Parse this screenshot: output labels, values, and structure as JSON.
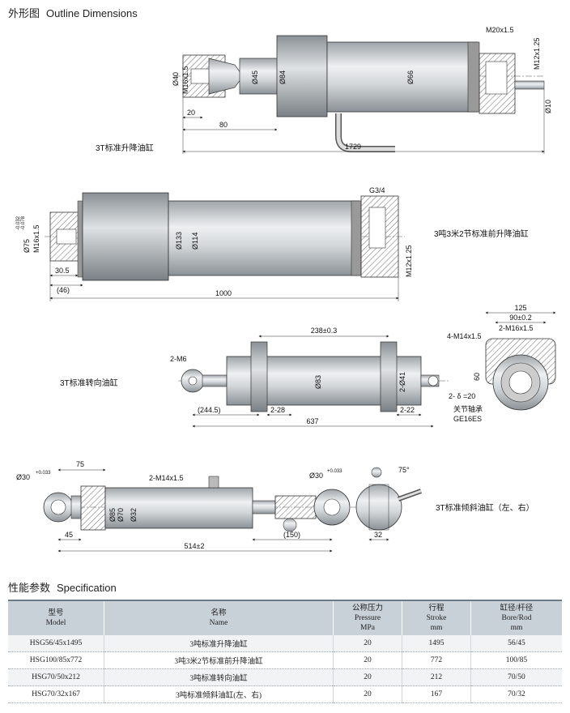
{
  "outline": {
    "title_zh": "外形图",
    "title_en": "Outline Dimensions"
  },
  "spec": {
    "title_zh": "性能参数",
    "title_en": "Specification"
  },
  "drawing1": {
    "caption": "3T标准升降油缸",
    "dims": {
      "d40": "Ø40",
      "m16": "M16x1.5",
      "d45": "Ø45",
      "d84": "Ø84",
      "d66": "Ø66",
      "m20": "M20x1.5",
      "m12": "M12x1.25",
      "d10": "Ø10",
      "l20": "20",
      "l80": "80",
      "l1729": "1729"
    }
  },
  "drawing2": {
    "caption": "3吨3米2节标准前升降油缸",
    "dims": {
      "d75": "Ø75",
      "d75tol_up": "-0.032",
      "d75tol_lo": "-0.078",
      "m16": "M16x1.5",
      "d133": "Ø133",
      "d114": "Ø114",
      "g34": "G3/4",
      "m12": "M12x1.25",
      "l305": "30.5",
      "l46": "(46)",
      "l1000": "1000"
    }
  },
  "drawing3": {
    "caption": "3T标准转向油缸",
    "dims": {
      "l238": "238±0.3",
      "m6": "2-M6",
      "d83": "Ø83",
      "d41": "2-Ø41",
      "d20": "2- δ =20",
      "bearing_zh": "关节轴承",
      "bearing": "GE16ES",
      "l2445": "(244.5)",
      "l228a": "2-28",
      "l228b": "2-22",
      "l637": "637",
      "l125": "125",
      "l90": "90±0.2",
      "m16": "2-M16x1.5",
      "m14": "4-M14x1.5",
      "d60": "60"
    }
  },
  "drawing4": {
    "caption": "3T标准倾斜油缸（左、右）",
    "dims": {
      "d30a": "Ø30",
      "d30a_tol": "+0.033",
      "l75": "75",
      "m14": "2-M14x1.5",
      "d85": "Ø85",
      "d70": "Ø70",
      "d32": "Ø32",
      "d30b": "Ø30",
      "d30b_tol": "+0.033",
      "ang": "75°",
      "l45": "45",
      "l150": "(150)",
      "l514": "514±2",
      "l32": "32"
    }
  },
  "table": {
    "headers": [
      {
        "zh": "型号",
        "en": "Model"
      },
      {
        "zh": "名称",
        "en": "Name"
      },
      {
        "zh": "公称压力",
        "en": "Pressure",
        "unit": "MPa"
      },
      {
        "zh": "行程",
        "en": "Stroke",
        "unit": "mm"
      },
      {
        "zh": "缸径/杆径",
        "en": "Bore/Rod",
        "unit": "mm"
      }
    ],
    "rows": [
      [
        "HSG56/45x1495",
        "3吨标准升降油缸",
        "20",
        "1495",
        "56/45"
      ],
      [
        "HSG100/85x772",
        "3吨3米2节标准前升降油缸",
        "20",
        "772",
        "100/85"
      ],
      [
        "HSG70/50x212",
        "3吨标准转向油缸",
        "20",
        "212",
        "70/50"
      ],
      [
        "HSG70/32x167",
        "3吨标准倾斜油缸(左、右)",
        "20",
        "167",
        "70/32"
      ]
    ]
  }
}
